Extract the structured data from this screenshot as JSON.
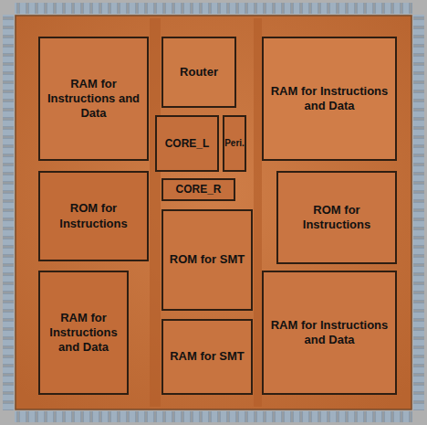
{
  "diagram": {
    "nodes": [
      {
        "text": [
          "RAM for Instructions and Data"
        ]
      },
      {
        "text": [
          "Router"
        ]
      },
      {
        "text": [
          "RAM for Instructions and Data"
        ]
      },
      {
        "text": [
          "CORE_L"
        ]
      },
      {
        "text": [
          "Peri."
        ]
      },
      {
        "text": [
          "ROM for Instructions"
        ]
      },
      {
        "text": [
          "CORE_R"
        ]
      },
      {
        "text": [
          "ROM for Instructions"
        ]
      },
      {
        "text": [
          "ROM for SMT"
        ]
      },
      {
        "text": [
          "RAM for Instructions and Data"
        ]
      },
      {
        "text": [
          "RAM for SMT"
        ]
      },
      {
        "text": [
          "RAM for Instructions and Data"
        ]
      }
    ]
  }
}
